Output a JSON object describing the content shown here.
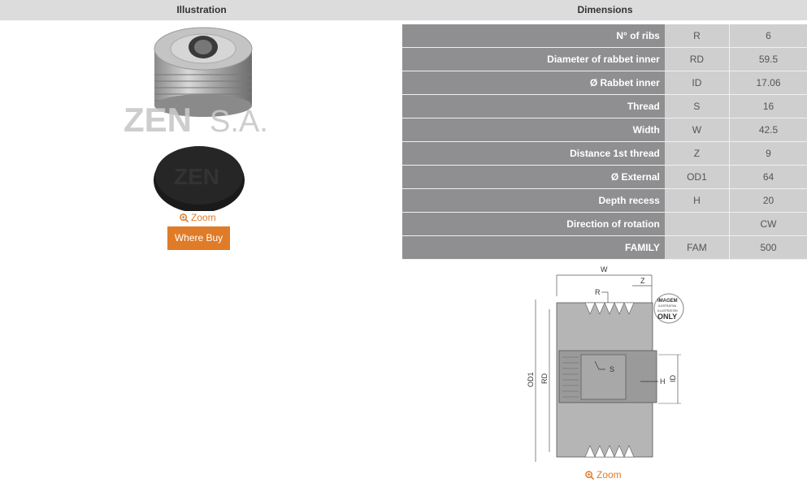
{
  "header": {
    "illustration_label": "Illustration",
    "dimensions_label": "Dimensions"
  },
  "illustration": {
    "watermark": "ZEN S.A.",
    "zoom_label": "Zoom",
    "where_buy_label": "Where Buy"
  },
  "dimensions": {
    "rows": [
      {
        "label": "N° of ribs",
        "code": "R",
        "value": "6"
      },
      {
        "label": "Diameter of rabbet inner",
        "code": "RD",
        "value": "59.5"
      },
      {
        "label": "Ø Rabbet inner",
        "code": "ID",
        "value": "17.06"
      },
      {
        "label": "Thread",
        "code": "S",
        "value": "16"
      },
      {
        "label": "Width",
        "code": "W",
        "value": "42.5"
      },
      {
        "label": "Distance 1st thread",
        "code": "Z",
        "value": "9"
      },
      {
        "label": "Ø External",
        "code": "OD1",
        "value": "64"
      },
      {
        "label": "Depth recess",
        "code": "H",
        "value": "20"
      },
      {
        "label": "Direction of rotation",
        "code": "",
        "value": "CW"
      },
      {
        "label": "FAMILY",
        "code": "FAM",
        "value": "500"
      }
    ]
  },
  "diagram": {
    "labels": {
      "W": "W",
      "Z": "Z",
      "R": "R",
      "S": "S",
      "H": "H",
      "ID": "ID",
      "RD": "RD",
      "OD1": "OD1"
    },
    "stamp_top": "IMAGEM",
    "stamp_sub1": "ILUSTRATIVA",
    "stamp_sub2": "ILLUSTRATION",
    "stamp_bottom": "ONLY",
    "zoom_label": "Zoom"
  },
  "colors": {
    "accent": "#e07b28",
    "label_cell": "#8f8f91",
    "value_cell": "#cfcfcf",
    "header_bg": "#dcdcdd"
  }
}
